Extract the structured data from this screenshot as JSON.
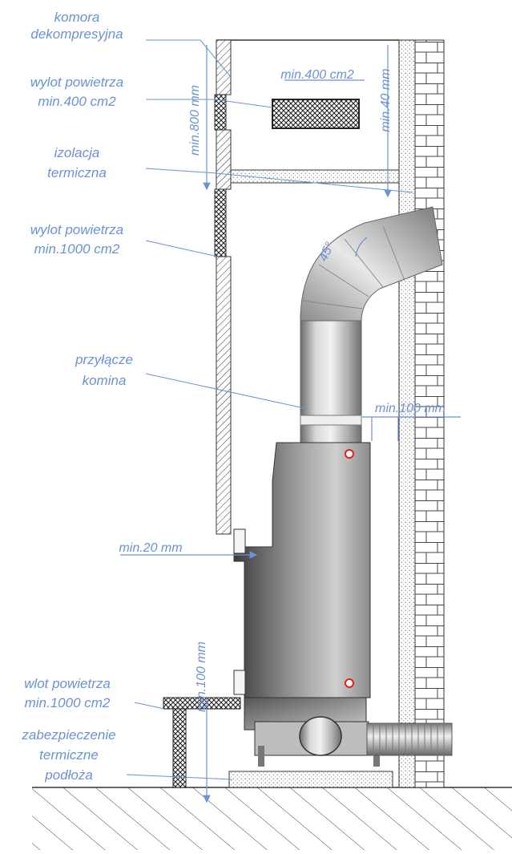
{
  "labels": {
    "decompression_chamber": [
      "komora",
      "dekompresyjna"
    ],
    "air_outlet_400": [
      "wylot powietrza",
      "min.400 cm2"
    ],
    "thermal_insulation": [
      "izolacja",
      "termiczna"
    ],
    "air_outlet_1000": [
      "wylot powietrza",
      "min.1000 cm2"
    ],
    "chimney_connector": [
      "przyłącze",
      "komina"
    ],
    "air_inlet_1000": [
      "wlot powietrza",
      "min.1000 cm2"
    ],
    "floor_protection": [
      "zabezpieczenie",
      "termiczne",
      "podłoża"
    ]
  },
  "dimensions": {
    "min_800": "min.800 mm",
    "min_400_cm2": "min.400 cm2",
    "min_40": "min.40 mm",
    "angle_45": "45°",
    "min_100_side": "min.100 mm",
    "min_20": "min.20 mm",
    "min_100_floor": "min.100 mm"
  },
  "colors": {
    "annotation": "#6a92d6",
    "hatch": "#333333",
    "safety_marker": "#e02020"
  }
}
